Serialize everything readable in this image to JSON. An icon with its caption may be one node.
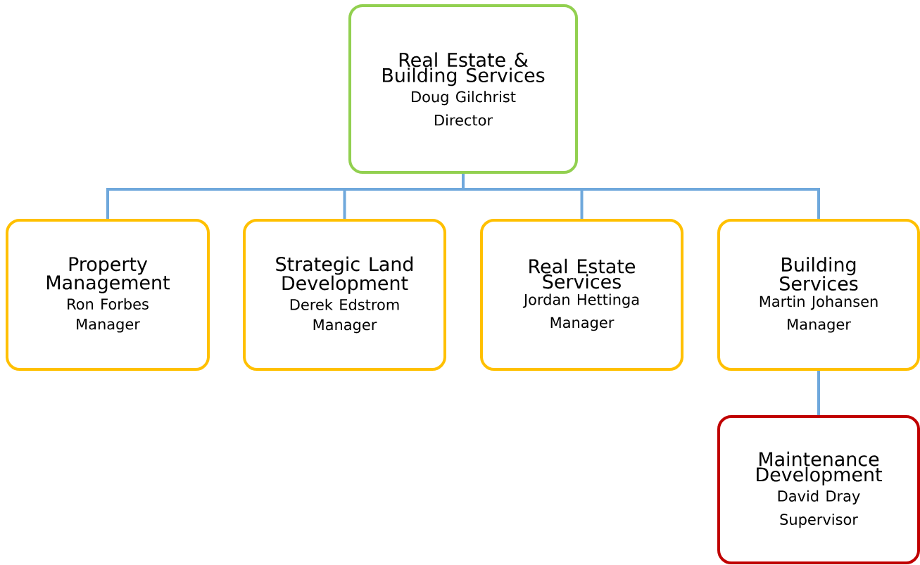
{
  "diagram": {
    "nodes": [
      {
        "text": [
          "Real Estate & Building Services",
          "Doug Gilchrist",
          "Director"
        ]
      },
      {
        "text": [
          "Property Management",
          "Ron Forbes",
          "Manager"
        ]
      },
      {
        "text": [
          "Strategic Land Development",
          "Derek Edstrom",
          "Manager"
        ]
      },
      {
        "text": [
          "Real Estate Services",
          "Jordan Hettinga",
          "Manager"
        ]
      },
      {
        "text": [
          "Building Services",
          "Martin Johansen",
          "Manager"
        ]
      },
      {
        "text": [
          "Maintenance Development",
          "David Dray",
          "Supervisor"
        ]
      }
    ],
    "edges": [
      {
        "from": 0,
        "to": 1,
        "arrow": "none"
      },
      {
        "from": 0,
        "to": 2,
        "arrow": "none"
      },
      {
        "from": 0,
        "to": 3,
        "arrow": "none"
      },
      {
        "from": 0,
        "to": 4,
        "arrow": "none"
      },
      {
        "from": 4,
        "to": 5,
        "arrow": "none"
      }
    ]
  }
}
